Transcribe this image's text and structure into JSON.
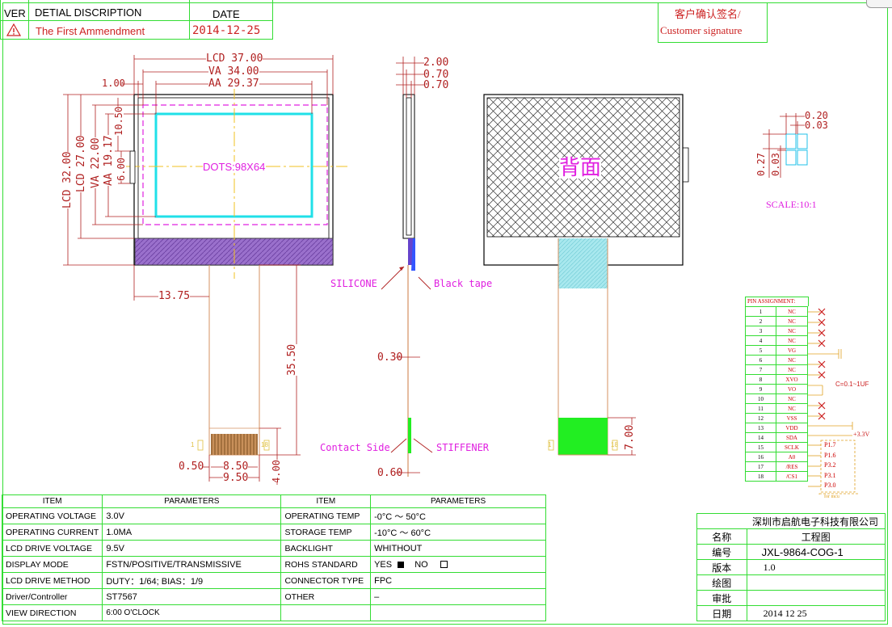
{
  "colors": {
    "green": "#33dd33",
    "red": "#cc2222",
    "magenta": "#e020e0",
    "cyan": "#20e0e8",
    "purple": "#8855bb",
    "fpc": "#d49060",
    "green_fill": "#22ee22",
    "dim": "#b02020",
    "yellow": "#f0c020"
  },
  "revision": {
    "col_ver": "VER",
    "col_desc": "DETIAL DISCRIPTION",
    "col_date": "DATE",
    "row_desc": "The First Ammendment",
    "row_date": "2014-12-25",
    "warning_icon": "warning-triangle-icon"
  },
  "customer_signature": {
    "cn": "客户确认签名/",
    "en": "Customer signature"
  },
  "front_view": {
    "lcd_w": "LCD 37.00",
    "va_w": "VA 34.00",
    "aa_w": "AA 29.37",
    "left_margin": "1.00",
    "lcd_h": "LCD 32.00",
    "lcd_h2": "LCD 27.00",
    "va_h": "VA 22.00",
    "aa_h": "AA 19.17",
    "dim_1050": "10.50",
    "dim_600": "6.00",
    "dots": "DOTS:98X64",
    "tail_offset": "13.75",
    "tail_len": "35.50",
    "pitch_050": "0.50",
    "fpc_850": "8.50",
    "fpc_950": "9.50",
    "fpc_400": "4.00",
    "pin_first": "1",
    "pin_last": "18"
  },
  "side_view": {
    "thick": "2.00",
    "d070a": "0.70",
    "d070b": "0.70",
    "silicone": "SILICONE",
    "black_tape": "Black tape",
    "fpc_thick": "0.30",
    "contact_side": "Contact Side",
    "stiffener": "STIFFENER",
    "stiff_thick": "0.60"
  },
  "back_view": {
    "label": "背面",
    "stiffener_h": "7.00",
    "pin_first": "1",
    "pin_last": "18"
  },
  "pixel_detail": {
    "d020": "0.20",
    "d003a": "0.03",
    "d027": "0.27",
    "d003b": "0.03",
    "scale": "SCALE:10:1"
  },
  "pin_assignment": {
    "title": "PIN ASSIGNMENT:",
    "pins": [
      {
        "no": "1",
        "name": "NC"
      },
      {
        "no": "2",
        "name": "NC"
      },
      {
        "no": "3",
        "name": "NC"
      },
      {
        "no": "4",
        "name": "NC"
      },
      {
        "no": "5",
        "name": "VG"
      },
      {
        "no": "6",
        "name": "NC"
      },
      {
        "no": "7",
        "name": "NC"
      },
      {
        "no": "8",
        "name": "XVO"
      },
      {
        "no": "9",
        "name": "VO"
      },
      {
        "no": "10",
        "name": "NC"
      },
      {
        "no": "11",
        "name": "NC"
      },
      {
        "no": "12",
        "name": "VSS"
      },
      {
        "no": "13",
        "name": "VDD"
      },
      {
        "no": "14",
        "name": "SDA"
      },
      {
        "no": "15",
        "name": "SCLK"
      },
      {
        "no": "16",
        "name": "A0"
      },
      {
        "no": "17",
        "name": "/RES"
      },
      {
        "no": "18",
        "name": "/CS1"
      }
    ],
    "cap_note": "C=0.1~1UF",
    "vdd_note": "+3.3V",
    "ports": [
      "P1.7",
      "P1.6",
      "P3.2",
      "P3.1",
      "P3.0"
    ],
    "ports_note": "for mcu"
  },
  "specs": {
    "h_item": "ITEM",
    "h_params": "PARAMETERS",
    "h_item2": "ITEM",
    "h_params2": "PARAMETERS",
    "rows": [
      {
        "k1": "OPERATING VOLTAGE",
        "v1": "3.0V",
        "k2": "OPERATING TEMP",
        "v2": "-0°C ～ 50°C"
      },
      {
        "k1": "OPERATING CURRENT",
        "v1": "1.0MA",
        "k2": "STORAGE TEMP",
        "v2": "-10°C ～ 60°C"
      },
      {
        "k1": "LCD DRIVE VOLTAGE",
        "v1": "9.5V",
        "k2": "BACKLIGHT",
        "v2": "WHITHOUT"
      },
      {
        "k1": "DISPLAY MODE",
        "v1": "FSTN/POSITIVE/TRANSMISSIVE",
        "k2": "ROHS STANDARD",
        "v2": "YES"
      },
      {
        "k1": "LCD DRIVE METHOD",
        "v1": "DUTY：1/64; BIAS：1/9",
        "k2": "CONNECTOR TYPE",
        "v2": "FPC"
      },
      {
        "k1": "Driver/Controller",
        "v1": "ST7567",
        "k2": "OTHER",
        "v2": "–"
      },
      {
        "k1": "VIEW DIRECTION",
        "v1": "6:00 O'CLOCK",
        "k2": "",
        "v2": ""
      }
    ],
    "rohs_yes": "YES",
    "rohs_no": "NO"
  },
  "title_block": {
    "company": "深圳市启航电子科技有限公司",
    "rows": [
      {
        "k": "名称",
        "v": "工程图"
      },
      {
        "k": "编号",
        "v": "JXL-9864-COG-1"
      },
      {
        "k": "版本",
        "v": "1.0"
      },
      {
        "k": "绘图",
        "v": ""
      },
      {
        "k": "审批",
        "v": ""
      },
      {
        "k": "日期",
        "v": "2014 12 25"
      }
    ]
  }
}
